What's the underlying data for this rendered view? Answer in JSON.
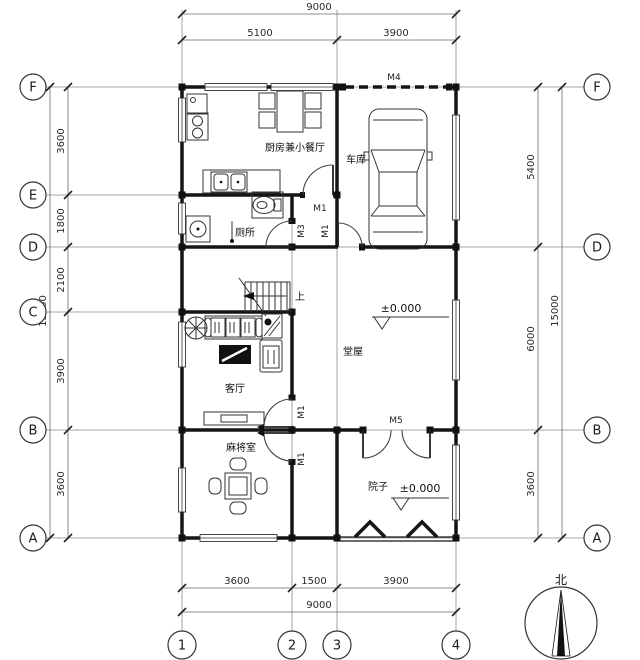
{
  "grid": {
    "row_labels": [
      "F",
      "E",
      "D",
      "C",
      "B",
      "A"
    ],
    "col_labels": [
      "1",
      "2",
      "3",
      "4"
    ]
  },
  "dimensions": {
    "top": {
      "total": "9000",
      "segments": [
        "5100",
        "3900"
      ]
    },
    "bottom": {
      "total": "9000",
      "segments": [
        "3600",
        "1500",
        "3900"
      ]
    },
    "left": {
      "total": "15000",
      "segments": [
        "3600",
        "1800",
        "2100",
        "3900",
        "3600"
      ]
    },
    "right": {
      "total": "15000",
      "segments": [
        "5400",
        "6000",
        "3600"
      ]
    }
  },
  "rooms": {
    "kitchen": "厨房兼小餐厅",
    "garage": "车库",
    "toilet": "厕所",
    "living": "客厅",
    "hall": "堂屋",
    "mahjong": "麻将室",
    "courtyard": "院子"
  },
  "doors": {
    "garage": "M4",
    "kitchen": "M1",
    "toilet": "M3",
    "hall_garage": "M1",
    "living": "M1",
    "mahjong": "M1",
    "courtyard": "M5"
  },
  "annotations": {
    "elevation_hall": "±0.000",
    "elevation_courtyard": "±0.000",
    "stairs_up": "上",
    "north": "北"
  }
}
